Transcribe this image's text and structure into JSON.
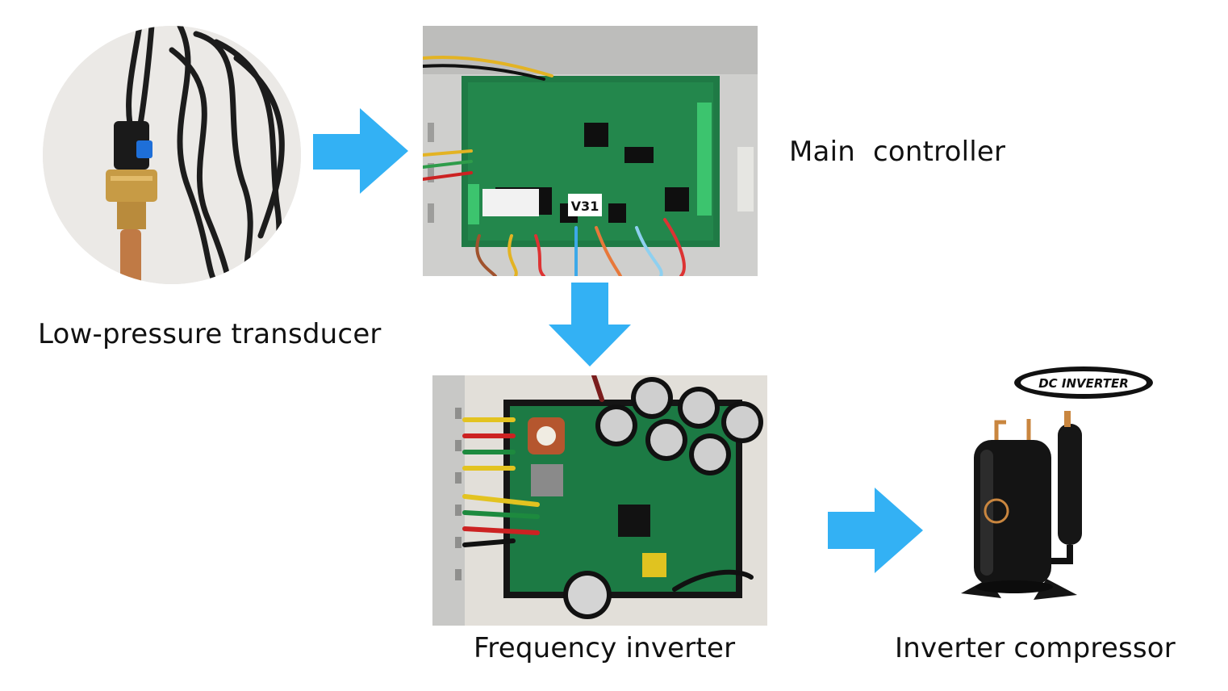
{
  "labels": {
    "transducer": "Low-pressure transducer",
    "controller": "Main  controller",
    "inverter": "Frequency inverter",
    "compressor": "Inverter compressor"
  },
  "logo_text": "DC INVERTER",
  "board_marker": "V31",
  "colors": {
    "arrow": "#33b1f4",
    "background": "#ffffff",
    "text": "#111111"
  },
  "icons": [
    "arrow-right-icon",
    "arrow-down-icon",
    "arrow-right-icon"
  ]
}
